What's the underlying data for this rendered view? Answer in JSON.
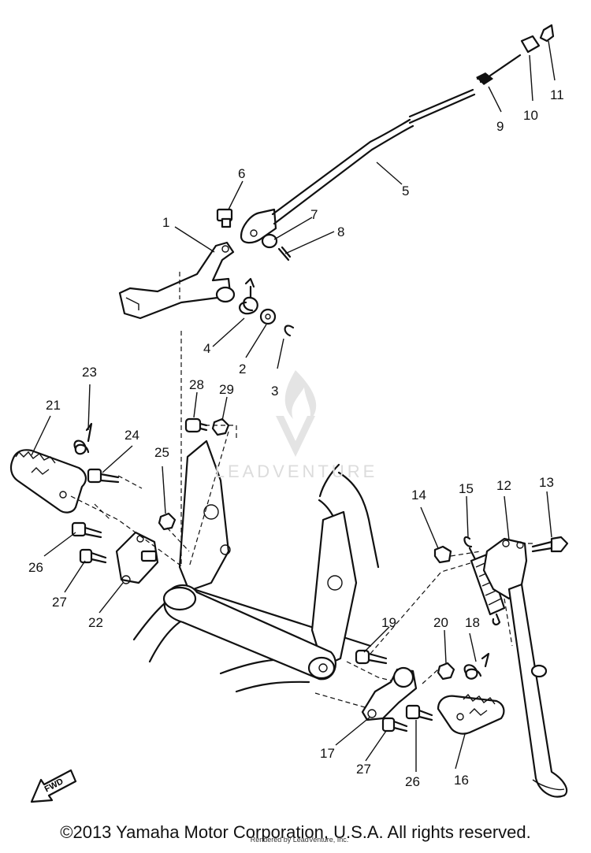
{
  "callouts": {
    "c1": "1",
    "c2": "2",
    "c3": "3",
    "c4": "4",
    "c5": "5",
    "c6": "6",
    "c7": "7",
    "c8": "8",
    "c9": "9",
    "c10": "10",
    "c11": "11",
    "c12": "12",
    "c13": "13",
    "c14": "14",
    "c15": "15",
    "c16": "16",
    "c17": "17",
    "c18": "18",
    "c19": "19",
    "c20": "20",
    "c21": "21",
    "c22": "22",
    "c23": "23",
    "c24": "24",
    "c25": "25",
    "c26a": "26",
    "c26b": "26",
    "c27a": "27",
    "c27b": "27",
    "c28": "28",
    "c29": "29"
  },
  "fwd_label": "FWD",
  "watermark": "LEADVENTURE",
  "copyright": "©2013 Yamaha Motor Corporation, U.S.A. All rights reserved.",
  "rendered_by": "Rendered by LeadVenture, Inc."
}
